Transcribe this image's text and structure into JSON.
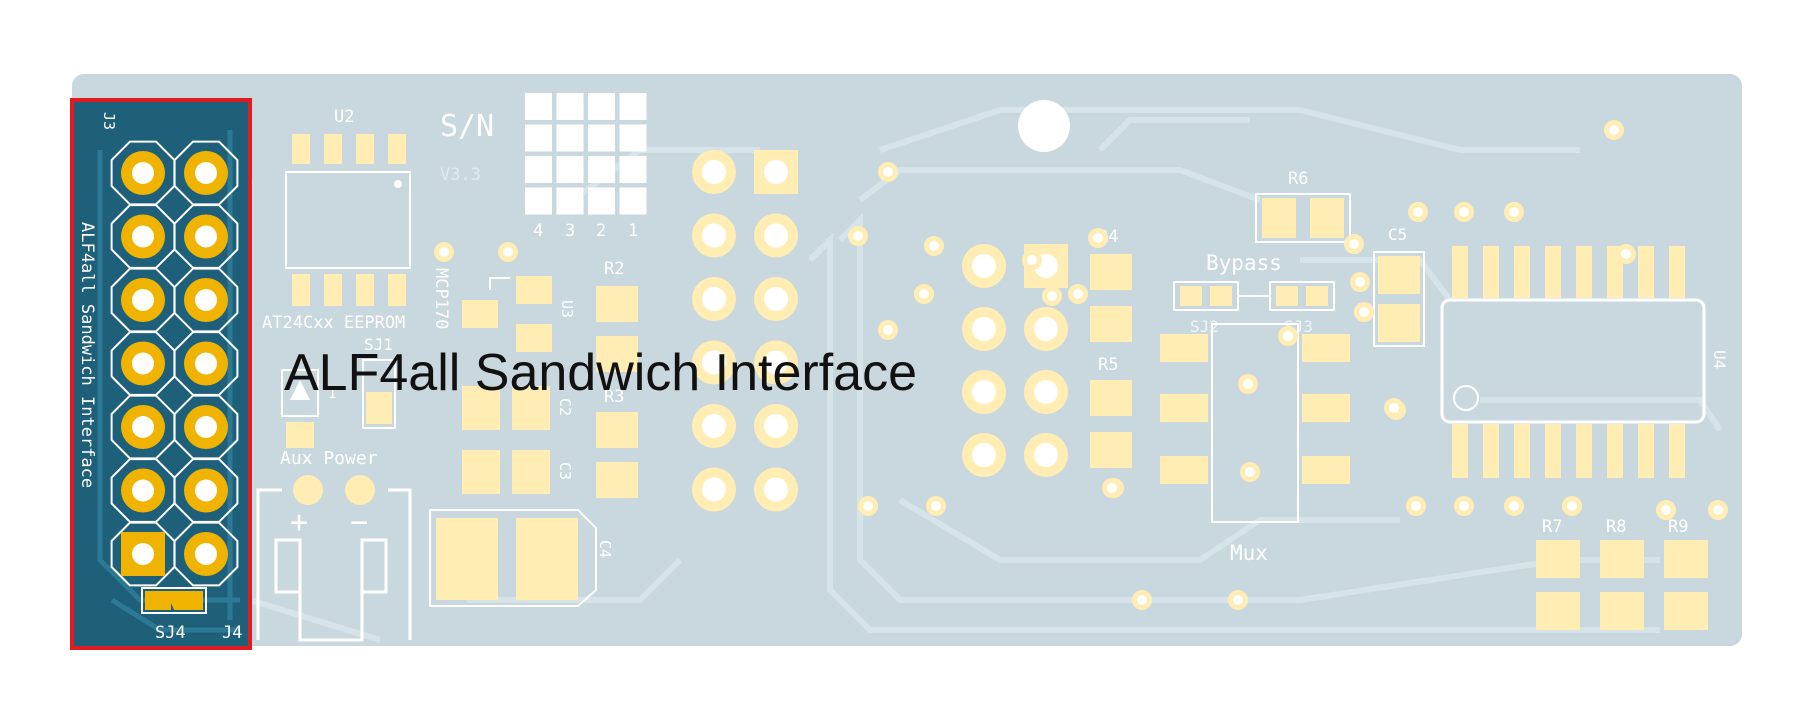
{
  "title": "ALF4all Sandwich Interface",
  "colors": {
    "board": "#c9d8df",
    "board_trace": "#d6e3e8",
    "highlight_board": "#1e5f7a",
    "highlight_trace": "#2d7895",
    "highlight_border": "#e11b22",
    "pad_gold": "#ffedb3",
    "pad_gold_dark": "#f0b400",
    "silkscreen": "#ffffff",
    "title_text": "#111111"
  },
  "labels": {
    "j3": "J3",
    "j4": "J4",
    "sj4": "SJ4",
    "vertical_interface": "ALF4all Sandwich Interface",
    "u2": "U2",
    "eeprom": "AT24Cxx EEPROM",
    "sj1": "SJ1",
    "aux_power": "Aux Power",
    "plus": "+",
    "minus": "−",
    "sn": "S/N",
    "sn_version": "V3.3",
    "sn_digits": [
      "4",
      "3",
      "2",
      "1"
    ],
    "mcp": "MCP170",
    "u3": "U3",
    "r2": "R2",
    "r3": "R3",
    "c2": "C2",
    "c3": "C3",
    "c4": "C4",
    "r4": "R4",
    "r5": "R5",
    "r6": "R6",
    "bypass": "Bypass",
    "sj2": "SJ2",
    "sj3": "SJ3",
    "c5": "C5",
    "mux": "Mux",
    "u4": "U4",
    "r7": "R7",
    "r8": "R8",
    "r9": "R9",
    "c1": "1"
  }
}
